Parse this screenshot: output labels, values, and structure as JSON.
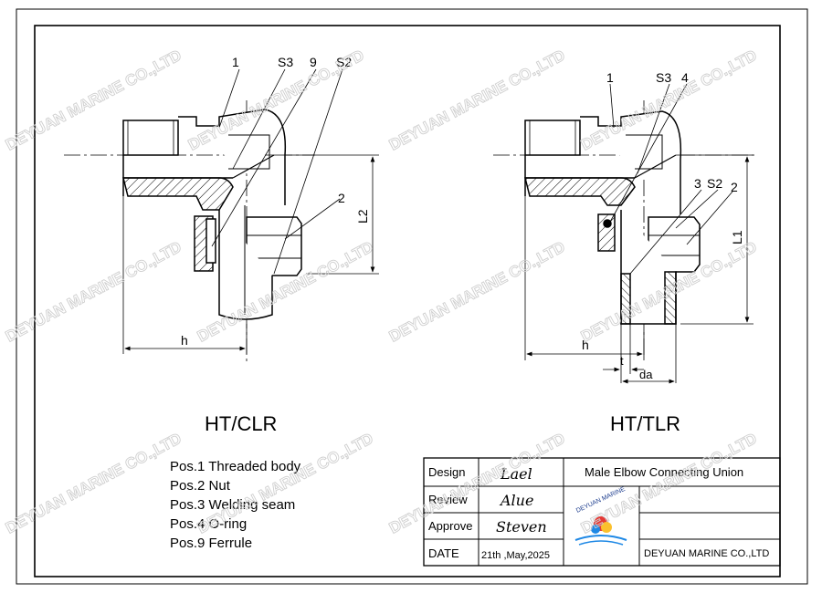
{
  "watermark": "DEYUAN MARINE CO.,LTD",
  "left_view": {
    "title": "HT/CLR",
    "callouts": [
      "1",
      "S3",
      "9",
      "S2",
      "2"
    ],
    "dims": {
      "height": "L2",
      "width": "h"
    }
  },
  "right_view": {
    "title": "HT/TLR",
    "callouts": [
      "1",
      "S3",
      "4",
      "3",
      "S2",
      "2"
    ],
    "dims": {
      "height": "L1",
      "width": "h",
      "wall": "t",
      "diameter": "da"
    }
  },
  "legend": [
    "Pos.1 Threaded body",
    "Pos.2 Nut",
    "Pos.3 Welding seam",
    "Pos.4 O-ring",
    "Pos.9 Ferrule"
  ],
  "title_block": {
    "design_label": "Design",
    "review_label": "Review",
    "approve_label": "Approve",
    "date_label": "DATE",
    "design_sig": "Lael",
    "review_sig": "Alue",
    "approve_sig": "Steven",
    "date_value": "21th ,May,2025",
    "part_name": "Male Elbow Connecting Union",
    "company": "DEYUAN MARINE CO.,LTD",
    "logo_text": "DEYUAN MARINE"
  }
}
